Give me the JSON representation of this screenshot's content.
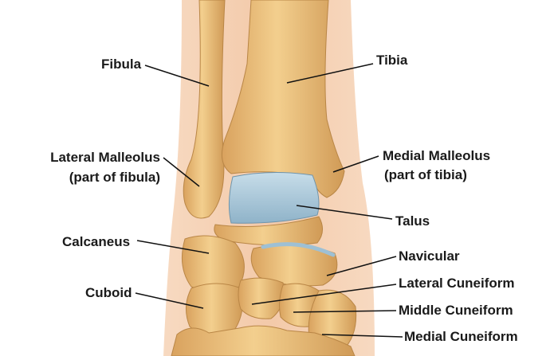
{
  "labels": {
    "fibula": "Fibula",
    "tibia": "Tibia",
    "lateral_malleolus": "Lateral Malleolus",
    "lateral_malleolus_note": "(part of fibula)",
    "medial_malleolus": "Medial Malleolus",
    "medial_malleolus_note": "(part of tibia)",
    "talus": "Talus",
    "calcaneus": "Calcaneus",
    "navicular": "Navicular",
    "cuboid": "Cuboid",
    "lateral_cuneiform": "Lateral Cuneiform",
    "middle_cuneiform": "Middle Cuneiform",
    "medial_cuneiform": "Medial Cuneiform"
  },
  "colors": {
    "background": "#ffffff",
    "skin": "#f3c8a6",
    "bone": "#e9b877",
    "bone_dark": "#c9914c",
    "cartilage": "#a9c9dc",
    "leader_line": "#111111"
  }
}
